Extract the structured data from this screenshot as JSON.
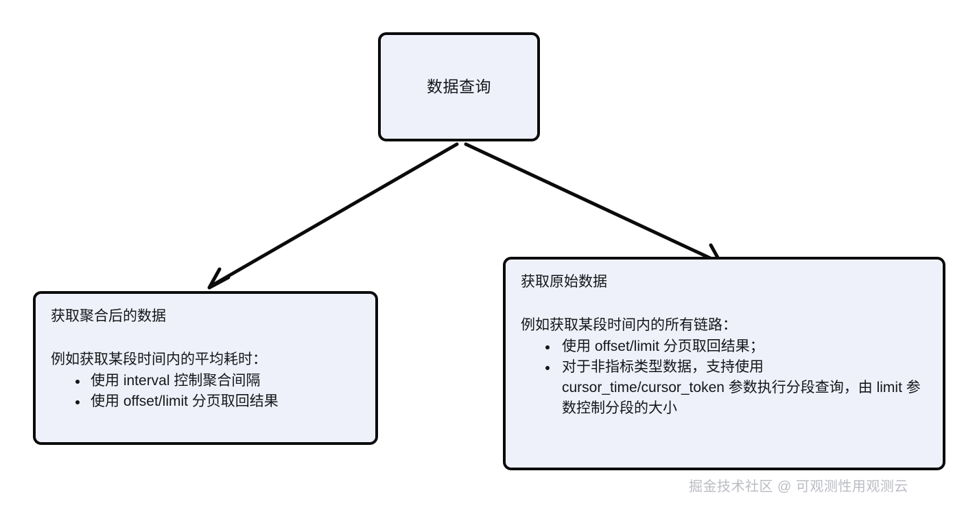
{
  "diagram": {
    "background": "#ffffff",
    "node_fill": "#eef1f9",
    "node_border": "#0b0b0b",
    "text_color": "#15161a",
    "nodes": {
      "root": {
        "title": "数据查询"
      },
      "aggregated": {
        "heading": "获取聚合后的数据",
        "lead": "例如获取某段时间内的平均耗时：",
        "bullets": [
          "使用 interval 控制聚合间隔",
          "使用 offset/limit 分页取回结果"
        ]
      },
      "raw": {
        "heading": "获取原始数据",
        "lead": "例如获取某段时间内的所有链路：",
        "bullets": [
          "使用 offset/limit 分页取回结果；",
          "对于非指标类型数据，支持使用 cursor_time/cursor_token 参数执行分段查询，由 limit 参数控制分段的大小"
        ]
      }
    },
    "edges": [
      {
        "name": "root-to-aggregated",
        "from": "root",
        "to": "aggregated"
      },
      {
        "name": "root-to-raw",
        "from": "root",
        "to": "raw"
      }
    ]
  },
  "watermark": {
    "text": "掘金技术社区 @ 可观测性用观测云",
    "color": "#b9bcc2"
  }
}
